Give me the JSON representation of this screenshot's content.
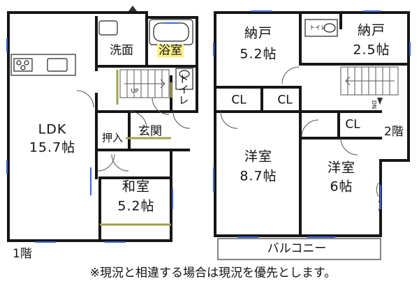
{
  "floors": {
    "first": {
      "label": "1階",
      "rooms": {
        "ldk": {
          "name": "LDK",
          "area": "15.7帖"
        },
        "washroom": "洗面",
        "bathroom": "浴室",
        "toilet": "トイレ",
        "closet": "押入",
        "entrance": "玄関",
        "japanese_room": {
          "name": "和室",
          "area": "5.2帖"
        }
      },
      "stair_mark": "UP"
    },
    "second": {
      "label": "2階",
      "rooms": {
        "storage_large": {
          "name": "納戸",
          "area": "5.2帖"
        },
        "storage_small": {
          "name": "納戸",
          "area": "2.5帖"
        },
        "toilet": "トイレ",
        "western_large": {
          "name": "洋室",
          "area": "8.7帖"
        },
        "western_small": {
          "name": "洋室",
          "area": "6帖"
        },
        "closet_label": "CL",
        "balcony": "バルコニー"
      },
      "stair_mark": "DN"
    }
  },
  "note": "※現況と相違する場合は現況を優先とします。",
  "colors": {
    "wall": "#161616",
    "bath_highlight": "#fdf08a",
    "tatami_trim": "#a5a04b",
    "window": "#3b63d6",
    "door_swing": "#555555"
  }
}
